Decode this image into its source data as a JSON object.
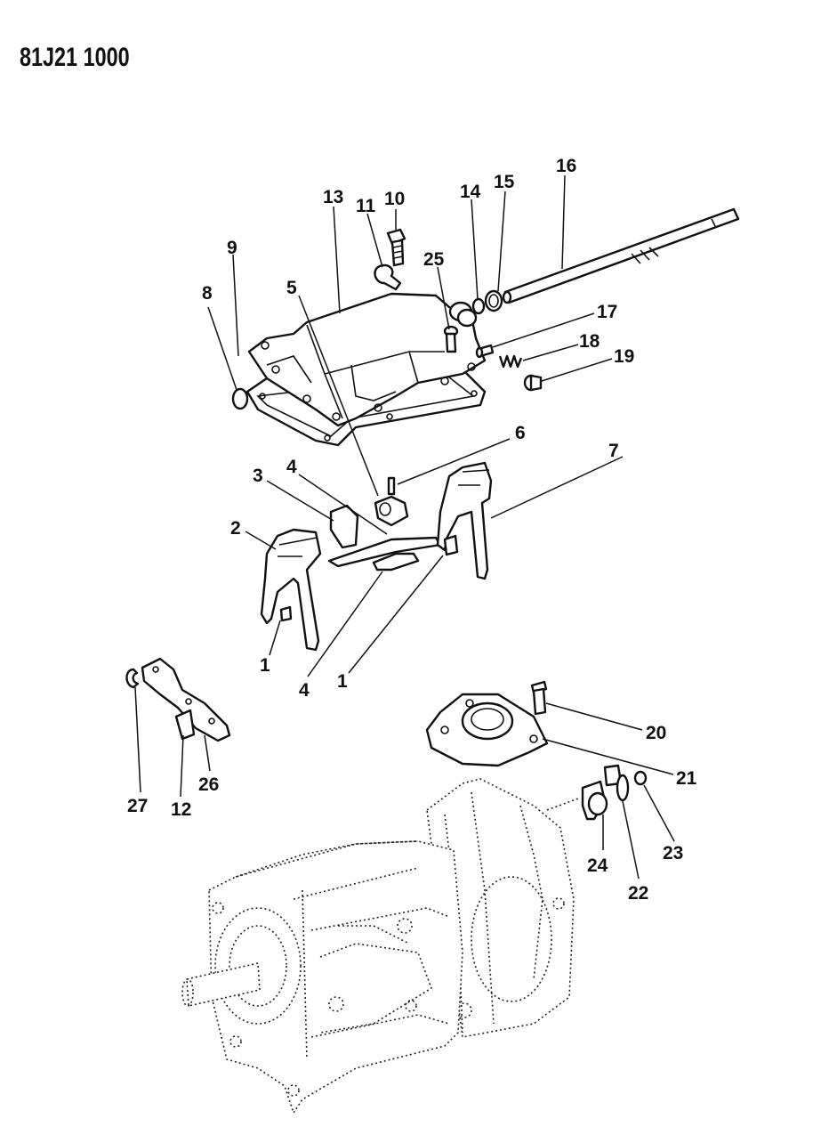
{
  "document_number": "81J21 1000",
  "callouts": {
    "c1a": "1",
    "c1b": "1",
    "c2": "2",
    "c3": "3",
    "c4a": "4",
    "c4b": "4",
    "c5": "5",
    "c6": "6",
    "c7": "7",
    "c8": "8",
    "c9": "9",
    "c10": "10",
    "c11": "11",
    "c12": "12",
    "c13": "13",
    "c14": "14",
    "c15": "15",
    "c16": "16",
    "c17": "17",
    "c18": "18",
    "c19": "19",
    "c20": "20",
    "c21": "21",
    "c22": "22",
    "c23": "23",
    "c24": "24",
    "c25": "25",
    "c26": "26",
    "c27": "27"
  }
}
